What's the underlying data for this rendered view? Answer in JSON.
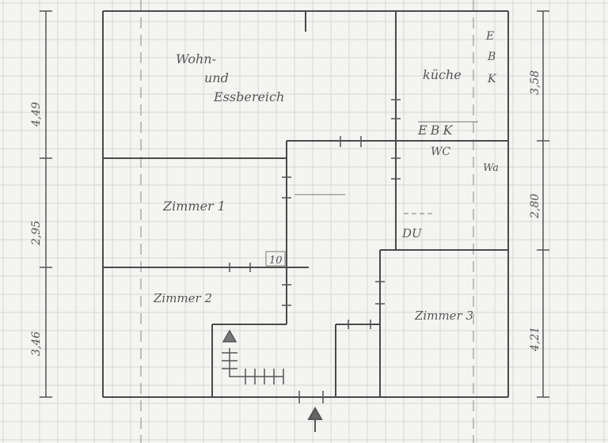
{
  "rooms": {
    "wohn_line1": "Wohn-",
    "wohn_line2": "und",
    "wohn_line3": "Essbereich",
    "kueche": "küche",
    "zimmer1": "Zimmer 1",
    "zimmer2": "Zimmer 2",
    "zimmer3": "Zimmer 3",
    "wc": "WC",
    "du": "DU",
    "wa": "Wa",
    "ebk_top": "EBK",
    "ebk_side": [
      "E",
      "B",
      "K"
    ],
    "mark_10": "10"
  },
  "dimensions": {
    "left": [
      "4,49",
      "2,95",
      "3,46"
    ],
    "right": [
      "3,58",
      "2,80",
      "4,21"
    ]
  },
  "colors": {
    "paper": "#f4f4f2",
    "grid": "#d6d6d6",
    "wall": "#4a4a4a",
    "pencil": "#666666"
  }
}
